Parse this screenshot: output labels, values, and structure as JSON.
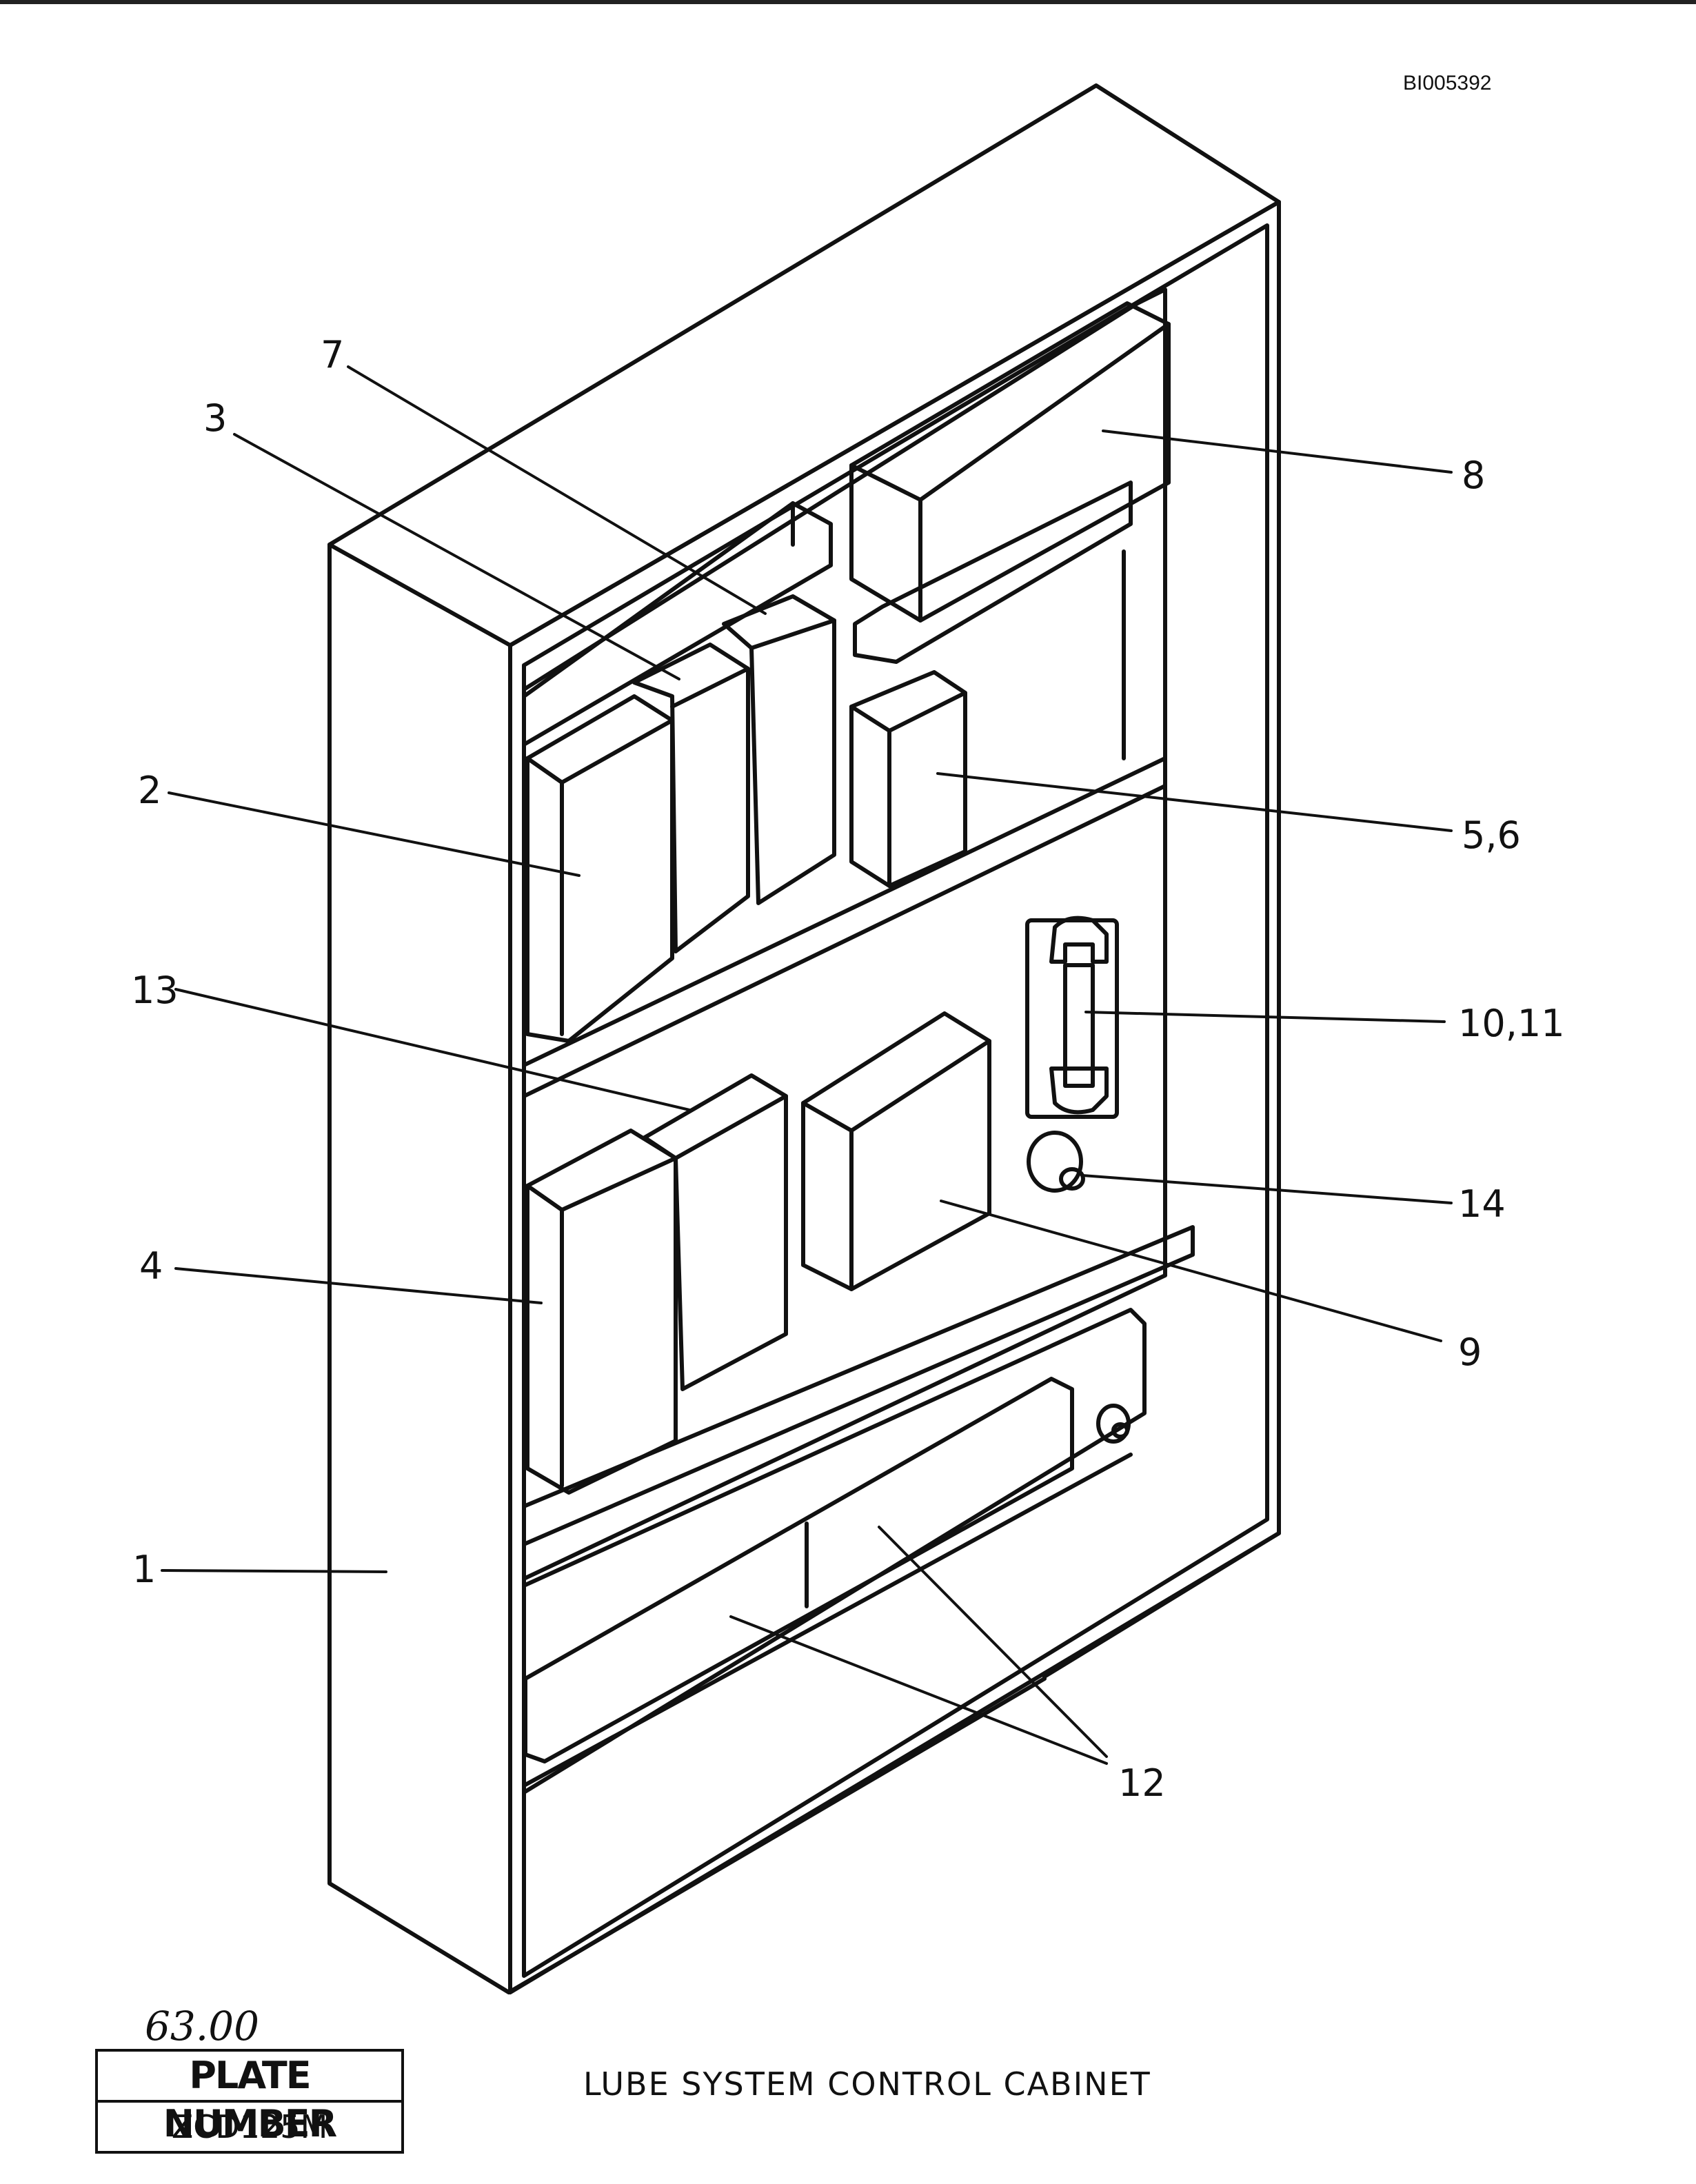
{
  "document": {
    "doc_id": "BI005392",
    "caption": "LUBE SYSTEM CONTROL CABINET",
    "handwritten_number": "63.00",
    "plate": {
      "title": "PLATE NUMBER",
      "value": "ZCD125M"
    }
  },
  "callouts": [
    {
      "id": "c1",
      "label": "1"
    },
    {
      "id": "c2",
      "label": "2"
    },
    {
      "id": "c3",
      "label": "3"
    },
    {
      "id": "c4",
      "label": "4"
    },
    {
      "id": "c56",
      "label": "5,6"
    },
    {
      "id": "c7",
      "label": "7"
    },
    {
      "id": "c8",
      "label": "8"
    },
    {
      "id": "c9",
      "label": "9"
    },
    {
      "id": "c1011",
      "label": "10,11"
    },
    {
      "id": "c12",
      "label": "12"
    },
    {
      "id": "c13",
      "label": "13"
    },
    {
      "id": "c14",
      "label": "14"
    }
  ],
  "style": {
    "line_color": "#111111",
    "paper_color": "#ffffff"
  }
}
